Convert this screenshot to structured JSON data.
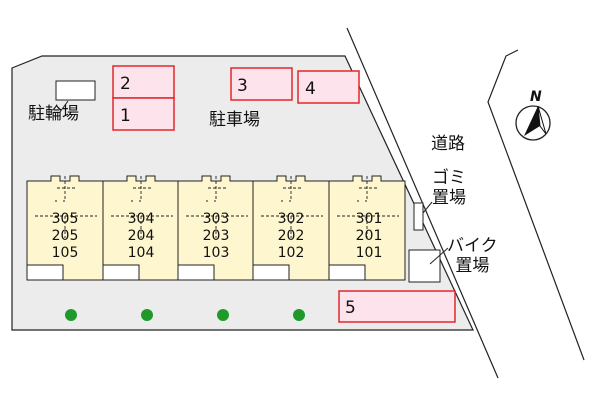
{
  "labels": {
    "bicycle_parking": "駐輪場",
    "car_parking": "駐車場",
    "road": "道路",
    "garbage_area": "ゴミ\n置場",
    "bike_area": "バイク\n置場",
    "north": "N"
  },
  "parking_spaces": [
    "1",
    "2",
    "3",
    "4",
    "5"
  ],
  "buildings": [
    {
      "units": [
        "305",
        "205",
        "105"
      ]
    },
    {
      "units": [
        "304",
        "204",
        "104"
      ]
    },
    {
      "units": [
        "303",
        "203",
        "103"
      ]
    },
    {
      "units": [
        "302",
        "202",
        "102"
      ]
    },
    {
      "units": [
        "301",
        "201",
        "101"
      ]
    }
  ],
  "colors": {
    "lot": "#ececec",
    "building": "#fdf6cf",
    "parking_fill": "#fde3ec",
    "parking_border": "#e0282c",
    "tree": "#1f9a2a"
  }
}
